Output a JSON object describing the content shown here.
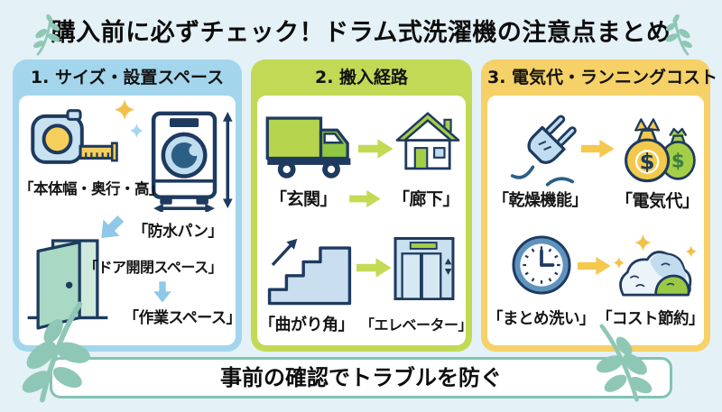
{
  "title": "購入前に必ずチェック！ドラム式洗濯機の注意点まとめ",
  "footer": "事前の確認でトラブルを防ぐ",
  "colors": {
    "background": "#E4F1F7",
    "outline_navy": "#1E3A5F",
    "leaf_teal": "#8FC7B6",
    "banner_border": "#82C3B2",
    "arrow_blue": "#8FC8E8",
    "arrow_green": "#C3DA55",
    "arrow_yellow": "#F5C84E"
  },
  "cards": [
    {
      "header": "1. サイズ・設置スペース",
      "accent": "#A3D6EC",
      "labels": {
        "body_size": "「本体幅・奥行・高」",
        "waterproof_pan": "「防水パン」",
        "door_space": "「ドア開閉スペース」",
        "work_space": "「作業スペース」"
      }
    },
    {
      "header": "2. 搬入経路",
      "accent": "#C2D955",
      "labels": {
        "entrance": "「玄関」",
        "hallway": "「廊下」",
        "corner": "「曲がり角」",
        "elevator": "「エレベーター」"
      }
    },
    {
      "header": "3. 電気代・ランニングコスト",
      "accent": "#F5D167",
      "labels": {
        "drying_function": "「乾燥機能」",
        "electricity_cost": "「電気代」",
        "batch_washing": "「まとめ洗い」",
        "cost_saving": "「コスト節約」"
      }
    }
  ]
}
